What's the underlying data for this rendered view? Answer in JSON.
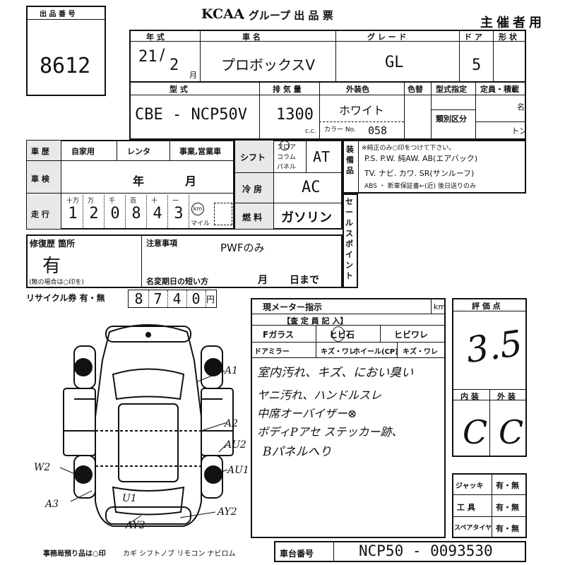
{
  "header": {
    "logo": "KCAA",
    "group_title": ". グループ 出 品 票",
    "organizer": "主催者用"
  },
  "lot": {
    "label": "出 品 番 号",
    "number": "8612"
  },
  "row1": {
    "year_label": "年 式",
    "year_value": "21",
    "month_value": "2",
    "month_unit": "月",
    "name_label": "車 名",
    "name_value": "プロボックスV",
    "grade_label": "グ レ ー ド",
    "grade_value": "GL",
    "door_label": "ド ア",
    "door_value": "5",
    "shape_label": "形 状"
  },
  "row2": {
    "model_label": "型 式",
    "model_value": "CBE - NCP50V",
    "displacement_label": "排 気 量",
    "displacement_value": "1300",
    "displacement_unit": "c.c.",
    "color_label": "外装色",
    "color_value": "ホワイト",
    "color_code_label": "カラー No.",
    "color_code_value": "058",
    "repaint_label": "色替",
    "model_spec_label": "型式指定",
    "category_label": "類別区分",
    "capacity_label": "定員・積載",
    "capacity_unit_people": "名",
    "capacity_unit_ton": "トン"
  },
  "history": {
    "label": "車 歴",
    "options": [
      "自家用",
      "レンタ",
      "事業,営業車"
    ],
    "inspection_label": "車 検",
    "inspection_year": "年",
    "inspection_month": "月"
  },
  "shift": {
    "label": "シフト",
    "options": [
      "フロア",
      "コラム",
      "パネル"
    ],
    "value": "AT",
    "aircon_label": "冷 房",
    "aircon_value": "AC",
    "fuel_label": "燃 料",
    "fuel_value": "ガソリン"
  },
  "equipment": {
    "label": "装備品",
    "note": "※純正のみ○印をつけて下さい。",
    "line1": "P.S. P.W. 純AW. AB(エアバック)",
    "line2": "TV. ナビ. カワ. SR(サンルーフ)",
    "line3": "ABS ・ 新車保証書←(近) 後日送りのみ"
  },
  "mileage": {
    "label": "走 行",
    "place_labels": [
      "十万",
      "万",
      "千",
      "百",
      "十",
      "一"
    ],
    "digits": [
      "1",
      "2",
      "0",
      "8",
      "4",
      "3"
    ],
    "unit_km": "km",
    "unit_mile": "マイル"
  },
  "repair": {
    "label": "修復歴 箇所",
    "value": "有",
    "note": "(無の場合は○印を)"
  },
  "notes": {
    "label": "注意事項",
    "value": "PWFのみ",
    "deadline_label": "名変期日の短い方",
    "deadline_month": "月",
    "deadline_day": "日まで"
  },
  "recycle": {
    "label": "リサイクル券 有・無",
    "digits": [
      "8",
      "7",
      "4",
      "0"
    ],
    "unit": "円"
  },
  "sales_point": {
    "label": "セールスポイント"
  },
  "inspector": {
    "meter_label": "現メーター指示",
    "meter_unit": "km",
    "assessor_label": "【査 定 員 記 入】",
    "glass_label": "Fガラス",
    "chip_label": "ヒビ石",
    "crack_label": "ヒビワレ",
    "mirror_label": "ドアミラー",
    "scratch_label": "キズ・ワレ",
    "wheel_label": "ホイール(CP)",
    "scratch2_label": "キズ・ワレ",
    "handwritten": [
      "室内汚れ、キズ、におい臭い",
      "ヤニ汚れ、ハンドルスレ",
      "中席オーバイザー⊗",
      "ボディPアセ ステッカー跡、",
      "Bパネルへり"
    ]
  },
  "scores": {
    "label": "評 価 点",
    "value": "3.5",
    "interior_label": "内 装",
    "exterior_label": "外 装",
    "interior_value": "C",
    "exterior_value": "C"
  },
  "accessories": {
    "jack_label": "ジャッキ",
    "jack_value": "有・無",
    "tools_label": "工 具",
    "tools_value": "有・無",
    "spare_label": "スペアタイヤ",
    "spare_value": "有・無"
  },
  "diagram_marks": [
    "A1",
    "A2",
    "AU2",
    "AU1",
    "W2",
    "A3",
    "U1",
    "AY2",
    "AY2"
  ],
  "footer": {
    "office_note": "事務局預り品は○印",
    "items": "カギ シフトノブ リモコン ナビロム",
    "chassis_label": "車台番号",
    "chassis_value": "NCP50 - 0093530"
  }
}
